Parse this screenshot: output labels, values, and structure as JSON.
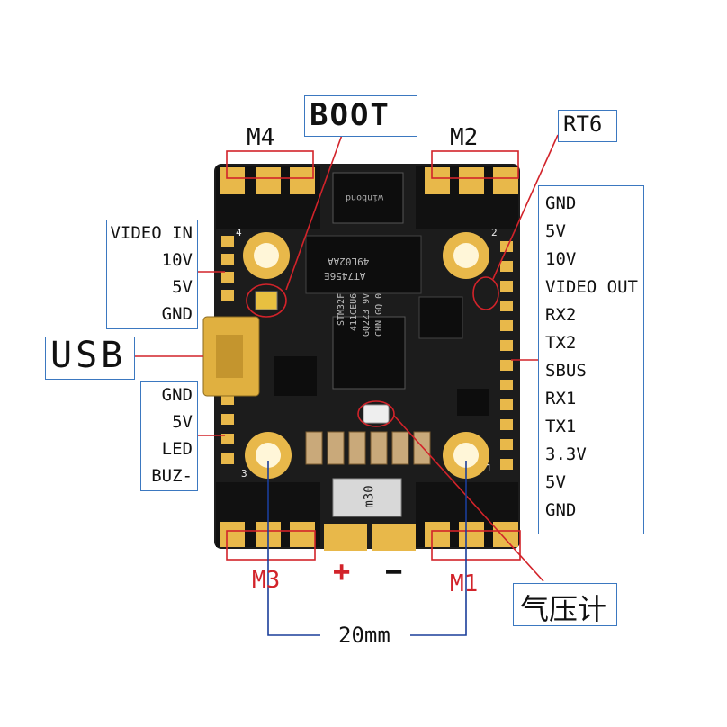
{
  "labels": {
    "boot": "BOOT",
    "rt6": "RT6",
    "usb": "USB",
    "barometer": "气压计",
    "m1": "M1",
    "m2": "M2",
    "m3": "M3",
    "m4": "M4",
    "plus": "+",
    "minus": "−",
    "spacing": "20mm"
  },
  "left_top_pins": [
    "VIDEO IN",
    "10V",
    "5V",
    "GND"
  ],
  "left_bottom_pins": [
    "GND",
    "5V",
    "LED",
    "BUZ-"
  ],
  "right_pins": [
    "GND",
    "5V",
    "10V",
    "VIDEO OUT",
    "RX2",
    "TX2",
    "SBUS",
    "RX1",
    "TX1",
    "3.3V",
    "5V",
    "GND"
  ],
  "chip_text": {
    "mcu_line1": "STM32F",
    "mcu_line2": "411CEU6",
    "mcu_line3": "GQ2Z3 9V",
    "mcu_line4": "CHN GQ 0",
    "osd_line1": "AT7456E",
    "osd_line2": "49L02AA",
    "flash": "winbond",
    "inductor": "m30",
    "pad_1": "1",
    "pad_2": "2",
    "pad_3": "3",
    "pad_4": "4"
  },
  "colors": {
    "accent_blue": "#3b78c0",
    "callout_red": "#d2232a",
    "label_red": "#d2232a",
    "board": "#1c1c1c",
    "gold": "#e8b84a"
  }
}
